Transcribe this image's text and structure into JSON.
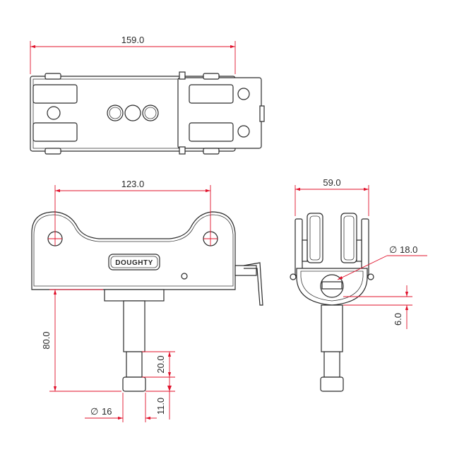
{
  "brand_label": "DOUGHTY",
  "dimensions": {
    "top_width": "159.0",
    "front_width": "123.0",
    "side_width": "59.0",
    "hole_diameter": "18.0",
    "offset": "6.0",
    "spigot_length": "80.0",
    "spigot_groove": "20.0",
    "spigot_tip": "11.0",
    "spigot_diameter": "16"
  },
  "symbols": {
    "diameter": "∅"
  },
  "colors": {
    "dimension": "#e0102a",
    "outline": "#2a2a2a"
  }
}
